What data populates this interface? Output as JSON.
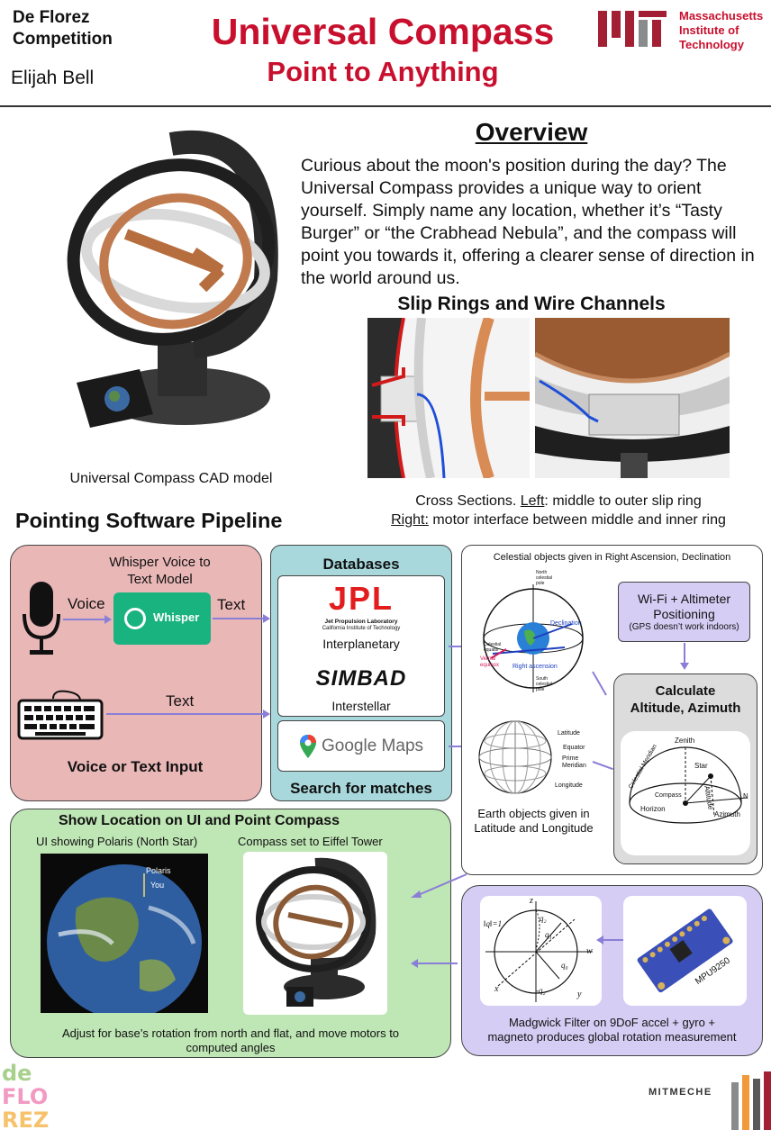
{
  "header": {
    "competition": "De Florez\nCompetition",
    "author": "Elijah Bell",
    "title": "Universal Compass",
    "subtitle": "Point to Anything",
    "institution": "Massachusetts\nInstitute of\nTechnology"
  },
  "overview": {
    "heading": "Overview",
    "body": "Curious about the moon's position during the day? The Universal Compass provides a unique way to orient yourself. Simply name any location, whether it’s “Tasty Burger” or “the Crabhead Nebula”, and the compass will point you towards it, offering a clearer sense of direction in the world around us."
  },
  "cad": {
    "caption": "Universal Compass CAD model"
  },
  "slip": {
    "heading": "Slip Rings and Wire Channels",
    "caption_line1_pre": "Cross Sections. ",
    "caption_line1_link": "Left",
    "caption_line1_post": ": middle to outer slip ring",
    "caption_line2_link": "Right:",
    "caption_line2_post": " motor interface between middle and inner ring"
  },
  "pipeline": {
    "heading": "Pointing Software Pipeline",
    "whisper_title": "Whisper Voice to\nText Model",
    "whisper_logo": "Whisper",
    "voice_label": "Voice",
    "text_label_1": "Text",
    "text_label_2": "Text",
    "input_caption": "Voice or Text Input"
  },
  "databases": {
    "heading": "Databases",
    "jpl_logo": "JPL",
    "jpl_sub1": "Jet Propulsion Laboratory",
    "jpl_sub2": "California Institute of Technology",
    "interplanetary": "Interplanetary",
    "simbad_logo": "SIMBAD",
    "interstellar": "Interstellar",
    "google_maps": "Google Maps",
    "search_caption": "Search for matches"
  },
  "celestial": {
    "caption": "Celestial objects given in Right Ascension, Declination",
    "labels": {
      "north": "North\ncelestial\npole",
      "equator": "Celestial\nequator",
      "declination": "Declination",
      "vernal": "Vernal\nequinox",
      "ra": "Right ascension",
      "south": "South\ncelestial\npole"
    },
    "earth_labels": {
      "latitude": "Latitude",
      "equator": "Equator",
      "prime": "Prime\nMeridian",
      "longitude": "Longitude"
    },
    "earth_caption": "Earth objects given in\nLatitude and Longitude"
  },
  "wifi": {
    "title": "Wi-Fi + Altimeter\nPositioning",
    "note": "(GPS doesn’t work indoors)"
  },
  "calc": {
    "title": "Calculate\nAltitude, Azimuth",
    "labels": {
      "zenith": "Zenith",
      "star": "Star",
      "altitude": "Altitude",
      "meridian": "Celestial Meridian",
      "compass": "Compass",
      "horizon": "Horizon",
      "azimuth": "Azimuth",
      "n": "N"
    }
  },
  "show": {
    "heading": "Show Location on UI and Point Compass",
    "ui_caption": "UI showing Polaris (North Star)",
    "compass_caption": "Compass set to Eiffel Tower",
    "polaris": "Polaris",
    "you": "You",
    "footer": "Adjust for base’s rotation from north and flat, and move motors to\ncomputed angles"
  },
  "madgwick": {
    "caption": "Madgwick Filter on 9DoF accel + gyro +\nmagneto produces global rotation measurement",
    "sensor_label": "MPU9250",
    "axes": {
      "z": "z",
      "w": "w",
      "x": "x",
      "y": "y",
      "norm": "‖q‖=1",
      "q2": "q₂",
      "q1": "q₁",
      "q0": "q₀",
      "mq2": "-q₂"
    }
  },
  "footer": {
    "mitmeche": "MITMECHE"
  },
  "colors": {
    "red": "#c8102e",
    "pink": "#eab7b7",
    "teal": "#a8d8dc",
    "green": "#bfe6b5",
    "purple": "#d6cdf4",
    "arrow": "#8a7fd6",
    "mit_red": "#a31f34"
  }
}
